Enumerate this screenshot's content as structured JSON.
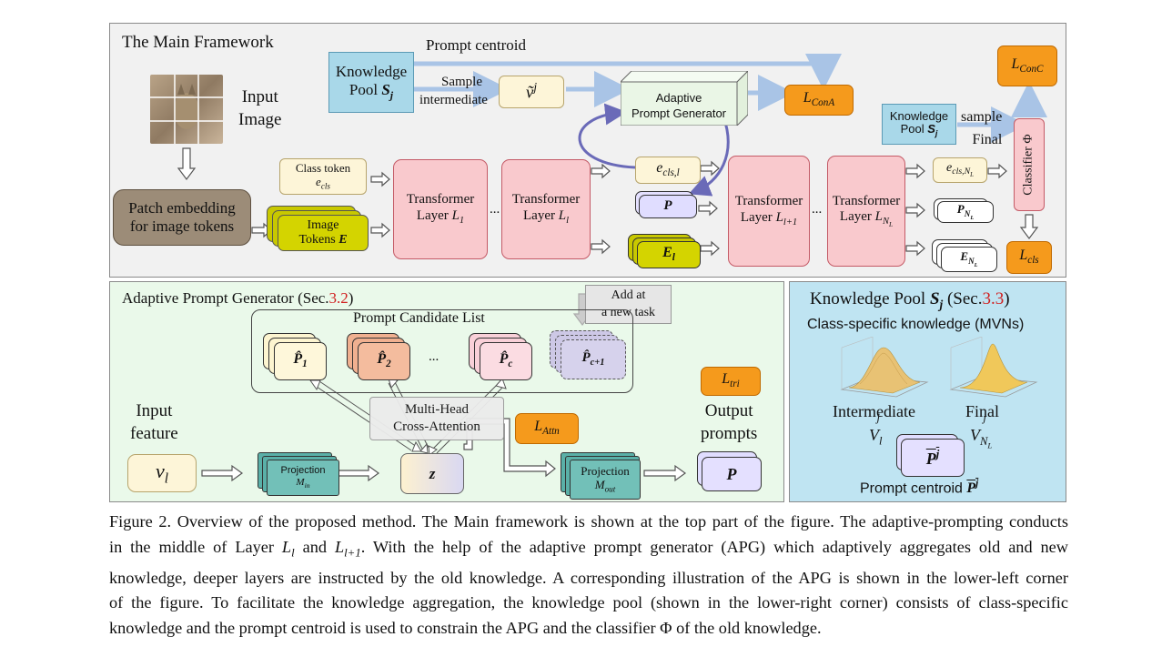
{
  "main": {
    "title": "The Main Framework",
    "prompt_centroid": "Prompt centroid",
    "knowledge_pool": "Knowledge",
    "knowledge_pool_2": "Pool",
    "sample": "Sample",
    "intermediate": "intermediate",
    "v_tilde": "ṽ",
    "apg": "Adaptive",
    "apg_2": "Prompt Generator",
    "l_cona": "L",
    "l_cona_sub": "ConA",
    "l_conc": "L",
    "l_conc_sub": "ConC",
    "kp_small": "Knowledge",
    "kp_small_2": "Pool",
    "sample2": "sample",
    "final": "Final",
    "classifier": "Classifier Φ",
    "input_image": "Input",
    "input_image_2": "Image",
    "class_token": "Class token",
    "patch_embedding": "Patch embedding",
    "patch_embedding_2": "for image tokens",
    "image_tokens": "Image",
    "image_tokens_2": "Tokens",
    "transformer": "Transformer",
    "layer": "Layer",
    "dots": "...",
    "l_cls": "L",
    "l_cls_sub": "cls"
  },
  "apg": {
    "title": "Adaptive Prompt Generator (Sec.",
    "sec": "3.2",
    "close": ")",
    "candidate_list": "Prompt Candidate List",
    "add_at": "Add at",
    "add_at_2": "a new task",
    "dots": "...",
    "mhca": "Multi-Head",
    "mhca_2": "Cross-Attention",
    "l_attn": "L",
    "l_attn_sub": "Attn",
    "l_tri": "L",
    "l_tri_sub": "tri",
    "input_feature": "Input",
    "input_feature_2": "feature",
    "projection": "Projection",
    "z": "z",
    "output_prompts": "Output",
    "output_prompts_2": "prompts"
  },
  "kp": {
    "title": "Knowledge Pool",
    "sec_open": "(Sec.",
    "sec": "3.3",
    "close": ")",
    "class_specific": "Class-specific knowledge (MVNs)",
    "intermediate": "Intermediate",
    "final": "Final",
    "prompt_centroid": "Prompt centroid"
  },
  "caption": {
    "line1": "Figure 2. Overview of the proposed method. The Main framework is shown at the top part of the figure. The adaptive-prompting conducts",
    "line2a": "in the middle of Layer",
    "line2b": "and",
    "line2c": ". With the help of the adaptive prompt generator (APG) which adaptively aggregates old and new",
    "line3": "knowledge, deeper layers are instructed by the old knowledge. A corresponding illustration of the APG is shown in the lower-left corner",
    "line4": "of the figure. To facilitate the knowledge aggregation, the knowledge pool (shown in the lower-right corner) consists of class-specific",
    "line5": "knowledge and the prompt centroid is used to constrain the APG and the classifier Φ of the old knowledge."
  },
  "colors": {
    "main_bg": "#f1f1f1",
    "apg_bg": "#eaf9ea",
    "kp_bg": "#bfe4f2",
    "transformer": "#f9c9cd",
    "loss": "#f59a1c",
    "pool": "#a9d8e9",
    "tokens": "#c8c800",
    "arrow_blue": "#a9c4e6",
    "curve": "#6a6ab8"
  }
}
